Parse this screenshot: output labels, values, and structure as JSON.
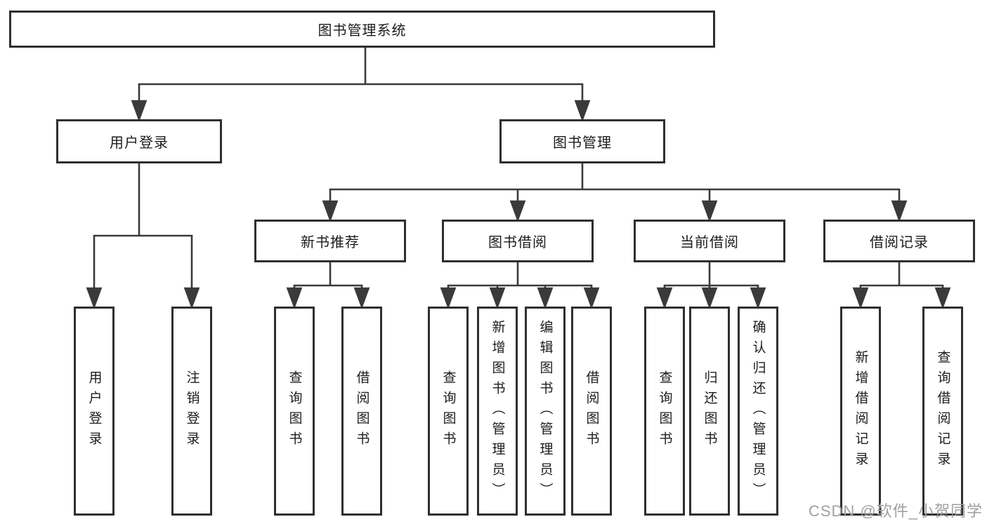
{
  "diagram": {
    "type": "hierarchy-tree",
    "tree": {
      "label": "图书管理系统",
      "children": [
        {
          "label": "用户登录",
          "children": [
            {
              "label": "用户登录"
            },
            {
              "label": "注销登录"
            }
          ]
        },
        {
          "label": "图书管理",
          "children": [
            {
              "label": "新书推荐",
              "children": [
                {
                  "label": "查询图书"
                },
                {
                  "label": "借阅图书"
                }
              ]
            },
            {
              "label": "图书借阅",
              "children": [
                {
                  "label": "查询图书"
                },
                {
                  "label": "新增图书（管理员）"
                },
                {
                  "label": "编辑图书（管理员）"
                },
                {
                  "label": "借阅图书"
                }
              ]
            },
            {
              "label": "当前借阅",
              "children": [
                {
                  "label": "查询图书"
                },
                {
                  "label": "归还图书"
                },
                {
                  "label": "确认归还（管理员）"
                }
              ]
            },
            {
              "label": "借阅记录",
              "children": [
                {
                  "label": "新增借阅记录"
                },
                {
                  "label": "查询借阅记录"
                }
              ]
            }
          ]
        }
      ]
    },
    "colors": {
      "box_border": "#2f2f2f",
      "line": "#3a3a3a",
      "text": "#1c1c1c",
      "background": "#ffffff",
      "watermark_text_color": "#a0a0a0"
    }
  },
  "watermark": {
    "text": "CSDN @软件_小贺同学"
  }
}
